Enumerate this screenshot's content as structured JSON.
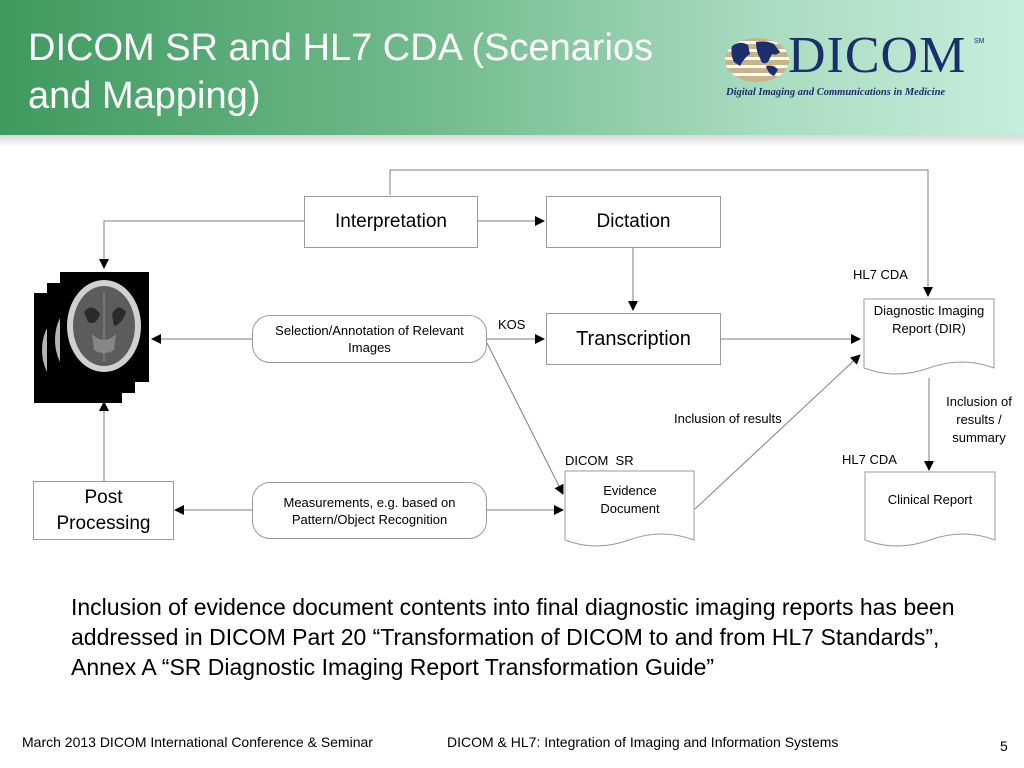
{
  "header": {
    "title": "DICOM SR and HL7 CDA (Scenarios and Mapping)",
    "logo_word": "DICOM",
    "logo_mark": "SM",
    "logo_tagline": "Digital Imaging and Communications in Medicine"
  },
  "nodes": {
    "interpretation": "Interpretation",
    "dictation": "Dictation",
    "selection": "Selection/Annotation of Relevant Images",
    "transcription": "Transcription",
    "dir": "Diagnostic Imaging Report (DIR)",
    "evidence": "Evidence Document",
    "clinical_report": "Clinical Report",
    "post_processing": "Post Processing",
    "measurements": "Measurements, e.g. based on Pattern/Object Recognition"
  },
  "labels": {
    "kos": "KOS",
    "hl7_cda_top": "HL7 CDA",
    "hl7_cda_bottom": "HL7 CDA",
    "dicom_sr": "DICOM  SR",
    "inclusion_results": "Inclusion of results",
    "inclusion_summary": "Inclusion of results / summary"
  },
  "body_text": "Inclusion of evidence document contents into final diagnostic imaging reports has been addressed in DICOM Part 20 “Transformation of DICOM to and from HL7 Standards”, Annex A “SR Diagnostic Imaging Report Transformation Guide”",
  "footer": {
    "left": "March 2013 DICOM International Conference & Seminar",
    "center": "DICOM & HL7: Integration of Imaging and Information Systems",
    "page": "5"
  }
}
